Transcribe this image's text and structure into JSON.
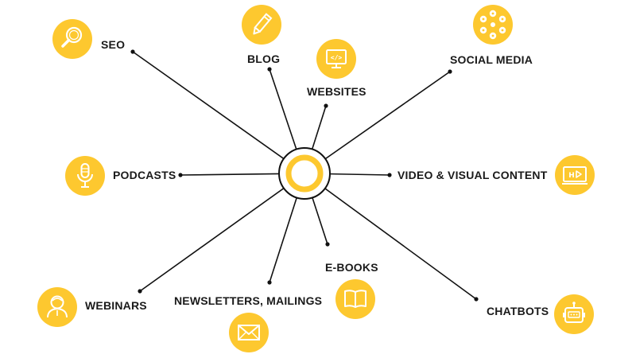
{
  "hub": {
    "ring_color": "#fdc82f",
    "line_color": "#111111"
  },
  "accent_color": "#fdc82f",
  "nodes": [
    {
      "id": "seo",
      "label": "SEO",
      "icon": "magnifier-icon"
    },
    {
      "id": "blog",
      "label": "BLOG",
      "icon": "pencil-icon"
    },
    {
      "id": "websites",
      "label": "WEBSITES",
      "icon": "monitor-code-icon"
    },
    {
      "id": "social-media",
      "label": "SOCIAL MEDIA",
      "icon": "social-network-icon"
    },
    {
      "id": "podcasts",
      "label": "PODCASTS",
      "icon": "microphone-icon"
    },
    {
      "id": "video",
      "label": "VIDEO & VISUAL CONTENT",
      "icon": "hd-video-icon"
    },
    {
      "id": "webinars",
      "label": "WEBINARS",
      "icon": "presenter-icon"
    },
    {
      "id": "newsletters",
      "label": "NEWSLETTERS, MAILINGS",
      "icon": "envelope-icon"
    },
    {
      "id": "ebooks",
      "label": "E-BOOKS",
      "icon": "open-book-icon"
    },
    {
      "id": "chatbots",
      "label": "CHATBOTS",
      "icon": "robot-icon"
    }
  ]
}
